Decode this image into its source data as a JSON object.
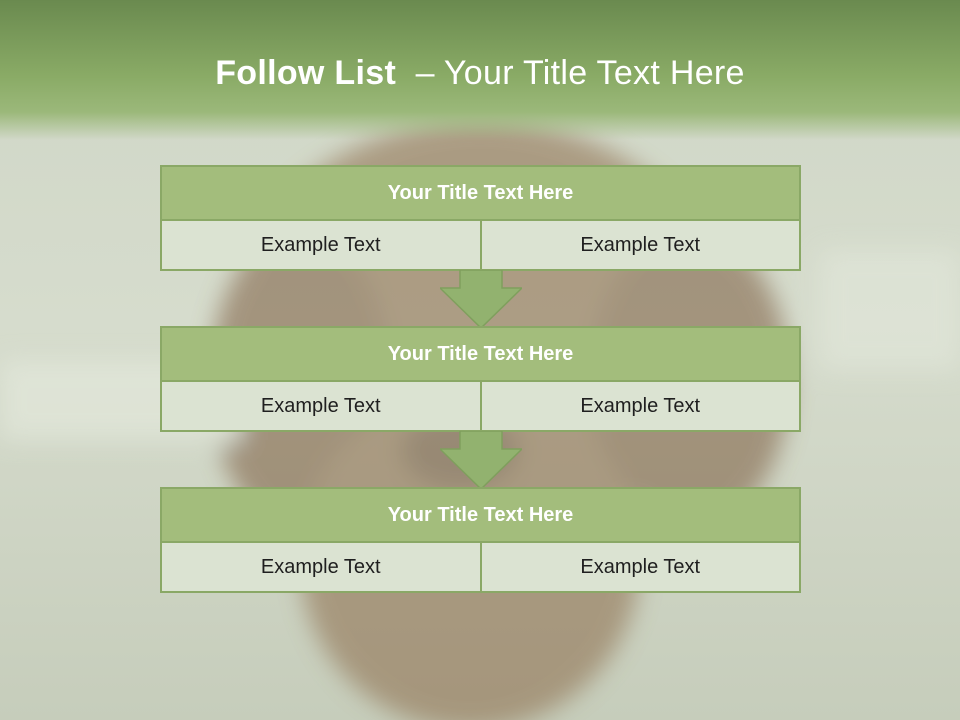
{
  "slide": {
    "title_bold": "Follow List",
    "title_rest": "– Your Title Text Here"
  },
  "steps": [
    {
      "title": "Your Title Text Here",
      "left": "Example Text",
      "right": "Example Text"
    },
    {
      "title": "Your Title Text Here",
      "left": "Example Text",
      "right": "Example Text"
    },
    {
      "title": "Your Title Text Here",
      "left": "Example Text",
      "right": "Example Text"
    }
  ],
  "colors": {
    "header_green": "#8aab66",
    "block_title_bg": "#a3bd7c",
    "cell_bg": "#dbe3d2",
    "arrow_fill": "#92b26f"
  }
}
